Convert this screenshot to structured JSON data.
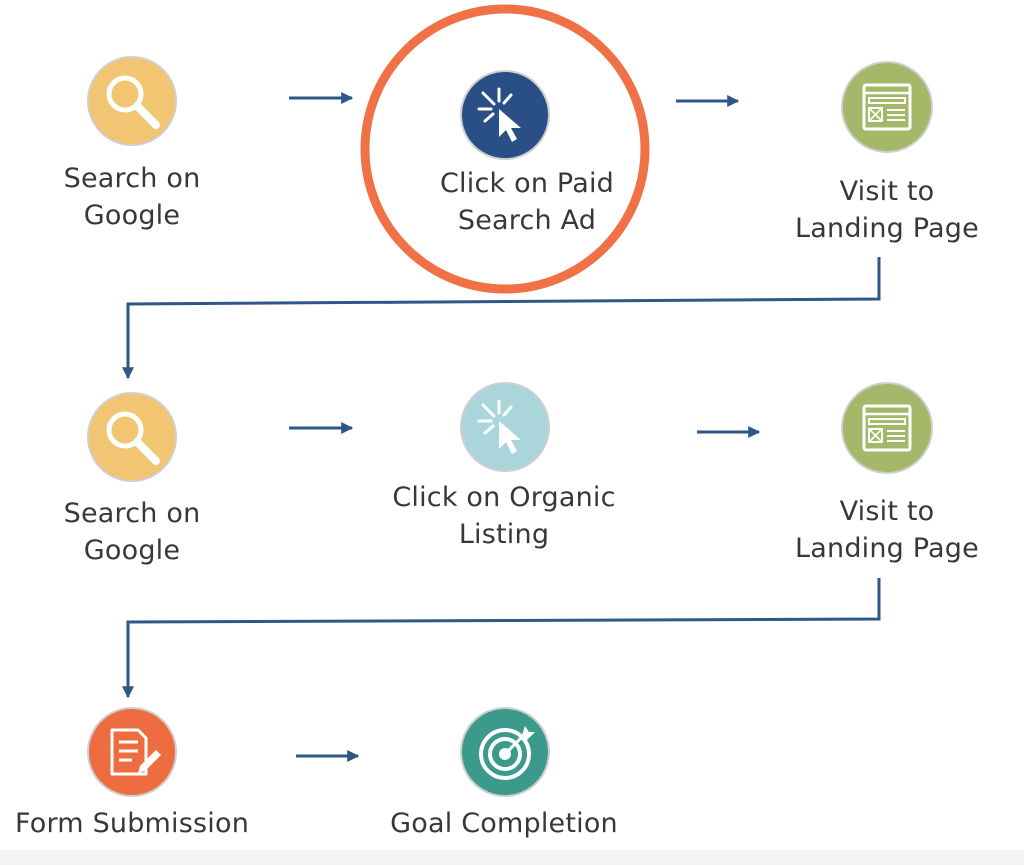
{
  "title": "",
  "colors": {
    "search": "#f2c572",
    "paid_click": "#2a4e86",
    "organic_click": "#a9d5db",
    "landing": "#a5b768",
    "form": "#ed6d40",
    "goal": "#3c9a8d",
    "highlight_ring": "#ef7145",
    "arrow": "#2e5687",
    "node_border": "#cfcfcf"
  },
  "rows": [
    {
      "steps": [
        {
          "icon": "magnifier-icon",
          "label_lines": [
            "Search on",
            "Google"
          ]
        },
        {
          "icon": "cursor-click-icon",
          "label_lines": [
            "Click on Paid",
            "Search Ad"
          ],
          "highlighted": true
        },
        {
          "icon": "webpage-icon",
          "label_lines": [
            "Visit to",
            "Landing Page"
          ]
        }
      ]
    },
    {
      "steps": [
        {
          "icon": "magnifier-icon",
          "label_lines": [
            "Search on",
            "Google"
          ]
        },
        {
          "icon": "cursor-click-icon",
          "label_lines": [
            "Click on Organic",
            "Listing"
          ]
        },
        {
          "icon": "webpage-icon",
          "label_lines": [
            "Visit to",
            "Landing Page"
          ]
        }
      ]
    },
    {
      "steps": [
        {
          "icon": "form-pencil-icon",
          "label_lines": [
            "Form Submission"
          ]
        },
        {
          "icon": "target-icon",
          "label_lines": [
            "Goal Completion"
          ]
        }
      ]
    }
  ]
}
